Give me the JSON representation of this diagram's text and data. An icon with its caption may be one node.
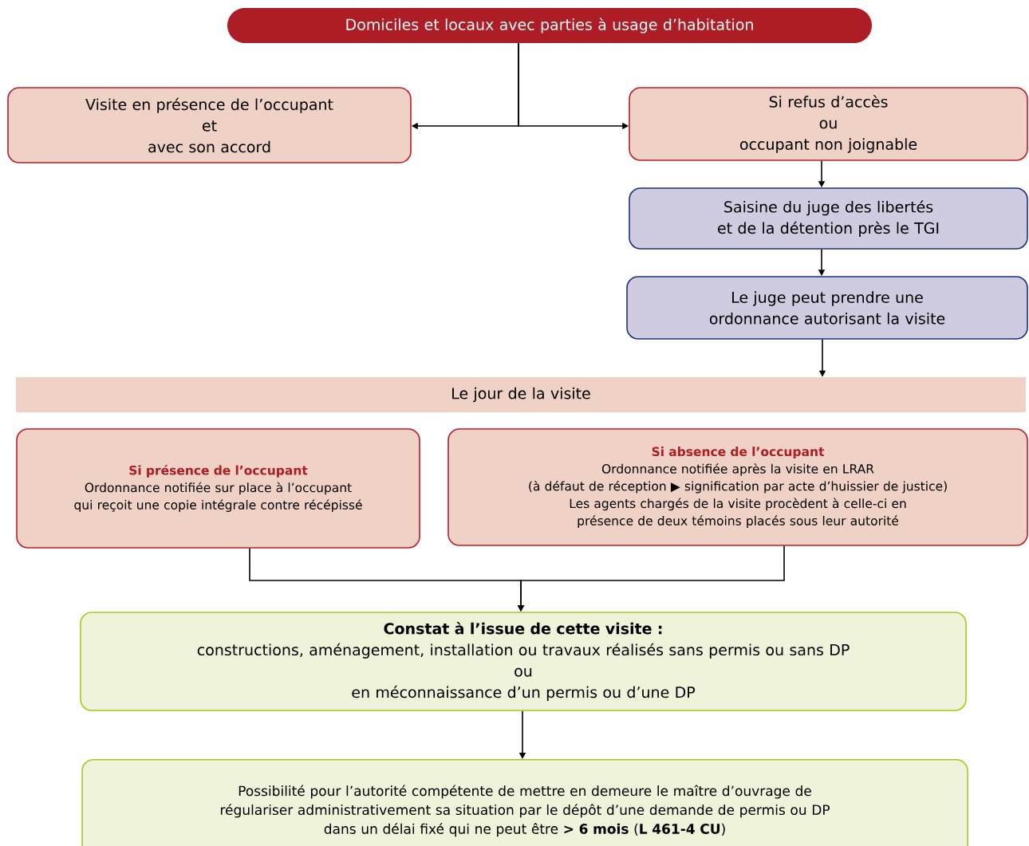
{
  "diagram": {
    "nodes": [
      {
        "text": [
          "Domiciles et locaux avec parties à usage d’habitation"
        ]
      },
      {
        "text": [
          "Visite en présence de l’occupant",
          "et",
          "avec son accord"
        ]
      },
      {
        "text": [
          "Si refus d’accès",
          "ou",
          "occupant non joignable"
        ]
      },
      {
        "text": [
          "Saisine du juge des libertés et de la détention près le TGI"
        ]
      },
      {
        "text": [
          "Le juge peut prendre une ordonnance autorisant la visite"
        ]
      },
      {
        "text": [
          "Le jour de la visite"
        ]
      },
      {
        "text": [
          "Si présence de l’occupant",
          "Ordonnance notifiée sur place à l’occupant qui reçoit une copie intégrale contre récépissé"
        ]
      },
      {
        "text": [
          "Si absence de l’occupant",
          "Ordonnance notifiée après la visite en LRAR",
          "(à défaut de réception ▶ signification par acte d’huissier de justice)",
          "Les agents chargés de la visite procèdent à celle-ci en présence de deux témoins placés sous leur autorité"
        ]
      },
      {
        "text": [
          "Constat à l’issue de cette visite :",
          "constructions, aménagement, installation ou travaux réalisés sans permis ou sans DP",
          "ou",
          "en méconnaissance d’un permis ou d’une DP"
        ]
      },
      {
        "text": [
          "Possibilité pour l’autorité compétente de mettre en demeure le maître d’ouvrage de régulariser administrativement sa situation par le dépôt d’une demande de permis ou DP",
          "dans un délai fixé qui ne peut être **> 6 mois** (**L 461-4 CU**)"
        ]
      }
    ],
    "edges": [
      {
        "from": 0,
        "to": 1,
        "arrow": "to"
      },
      {
        "from": 0,
        "to": 2,
        "arrow": "to"
      },
      {
        "from": 2,
        "to": 3,
        "arrow": "to"
      },
      {
        "from": 3,
        "to": 4,
        "arrow": "to"
      },
      {
        "from": 4,
        "to": 5,
        "arrow": "to"
      },
      {
        "from": 6,
        "to": 8,
        "arrow": "to"
      },
      {
        "from": 7,
        "to": 8,
        "arrow": "to"
      },
      {
        "from": 8,
        "to": 9,
        "arrow": "to"
      }
    ]
  }
}
